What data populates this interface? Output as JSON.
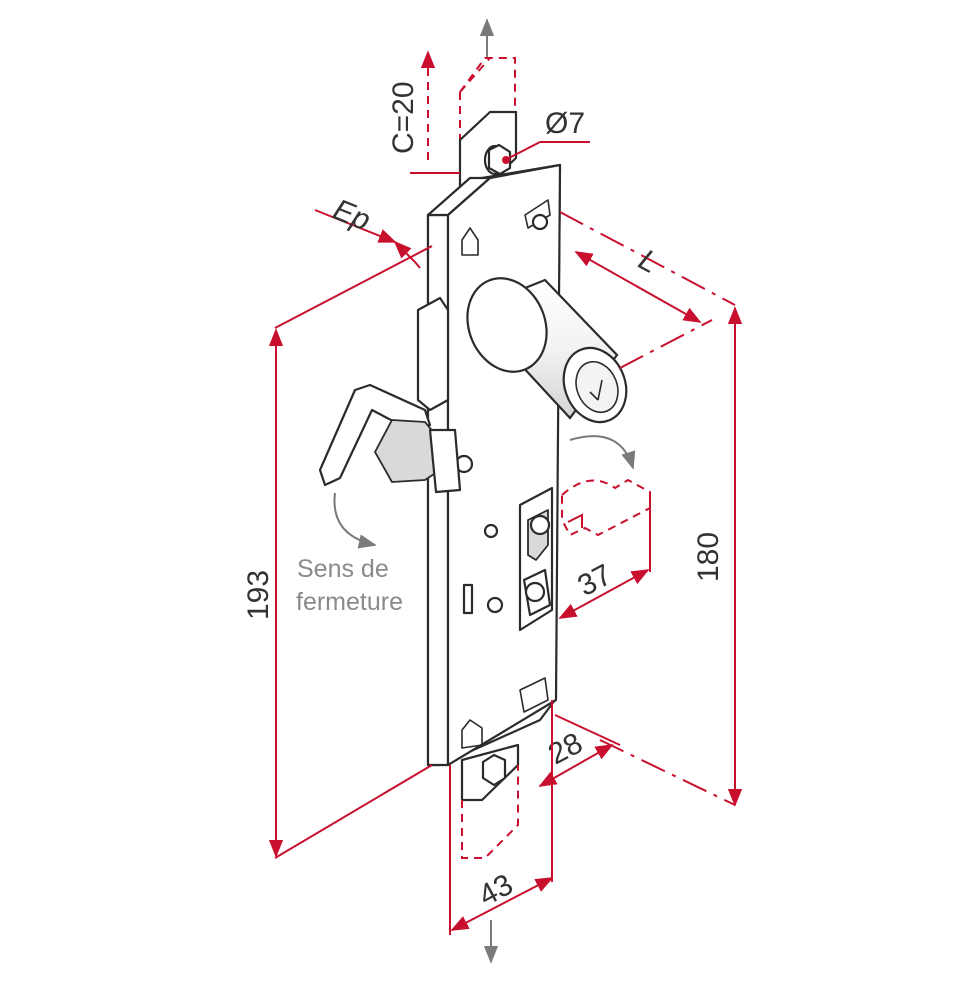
{
  "diagram": {
    "dimensions": {
      "c": "C=20",
      "diameter": "Ø7",
      "ep": "Ep",
      "l": "L",
      "d193": "193",
      "d180": "180",
      "d37": "37",
      "d28": "28",
      "d43": "43"
    },
    "note": {
      "line1": "Sens de",
      "line2": "fermeture"
    },
    "colors": {
      "dimension_lines": "#c8102e",
      "outline": "#2b2b2b",
      "note_text": "#8a8a8a",
      "arrows": "#7a7a7a"
    }
  }
}
